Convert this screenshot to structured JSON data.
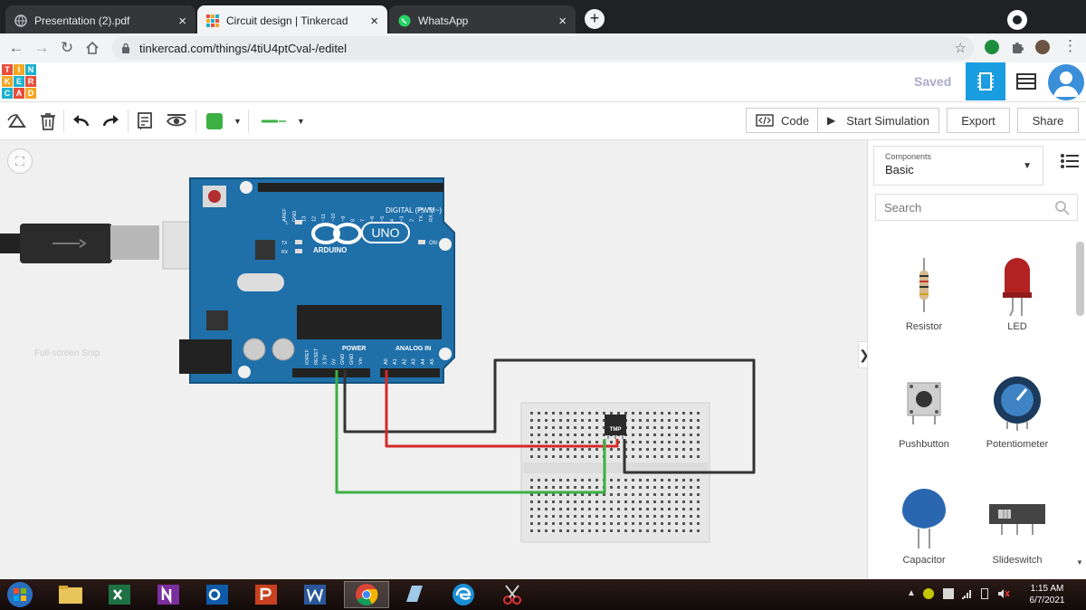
{
  "browser": {
    "tabs": [
      {
        "label": "Presentation (2).pdf",
        "close": "×"
      },
      {
        "label": "Circuit design | Tinkercad",
        "close": "×"
      },
      {
        "label": "WhatsApp",
        "close": "×"
      }
    ],
    "new_tab": "+",
    "url": "tinkercad.com/things/4tiU4ptCval-/editel"
  },
  "tinkercad": {
    "logo_letters": [
      "T",
      "I",
      "N",
      "K",
      "E",
      "R",
      "C",
      "A",
      "D"
    ],
    "status": "Saved",
    "toolbar": {
      "code_label": "Code",
      "simulate_label": "Start Simulation",
      "export_label": "Export",
      "share_label": "Share",
      "wire_color": "#3cb043"
    },
    "canvas": {
      "fullscreen_note": "Full-screen Snip",
      "toggle_glyph": "❯",
      "arduino": {
        "brand": "ARDUINO",
        "model": "UNO",
        "digital_label": "DIGITAL (PWM~)",
        "power_label": "POWER",
        "analog_label": "ANALOG IN",
        "on_label": "ON",
        "led_l": "L",
        "led_tx": "TX",
        "led_rx": "RX",
        "digital_pins": [
          "AREF",
          "GND",
          "13",
          "12",
          "~11",
          "~10",
          "~9",
          "8",
          "7",
          "~6",
          "~5",
          "4",
          "~3",
          "2",
          "TX→1",
          "RX←0"
        ],
        "power_pins": [
          "IOREF",
          "RESET",
          "3.3V",
          "5V",
          "GND",
          "GND",
          "Vin"
        ],
        "analog_pins": [
          "A0",
          "A1",
          "A2",
          "A3",
          "A4",
          "A5"
        ]
      },
      "sensor_label": "TMP"
    },
    "panel": {
      "dropdown_label": "Components",
      "dropdown_value": "Basic",
      "search_placeholder": "Search",
      "components": [
        "Resistor",
        "LED",
        "Pushbutton",
        "Potentiometer",
        "Capacitor",
        "Slideswitch"
      ]
    }
  },
  "taskbar": {
    "time": "1:15 AM",
    "date": "6/7/2021"
  }
}
